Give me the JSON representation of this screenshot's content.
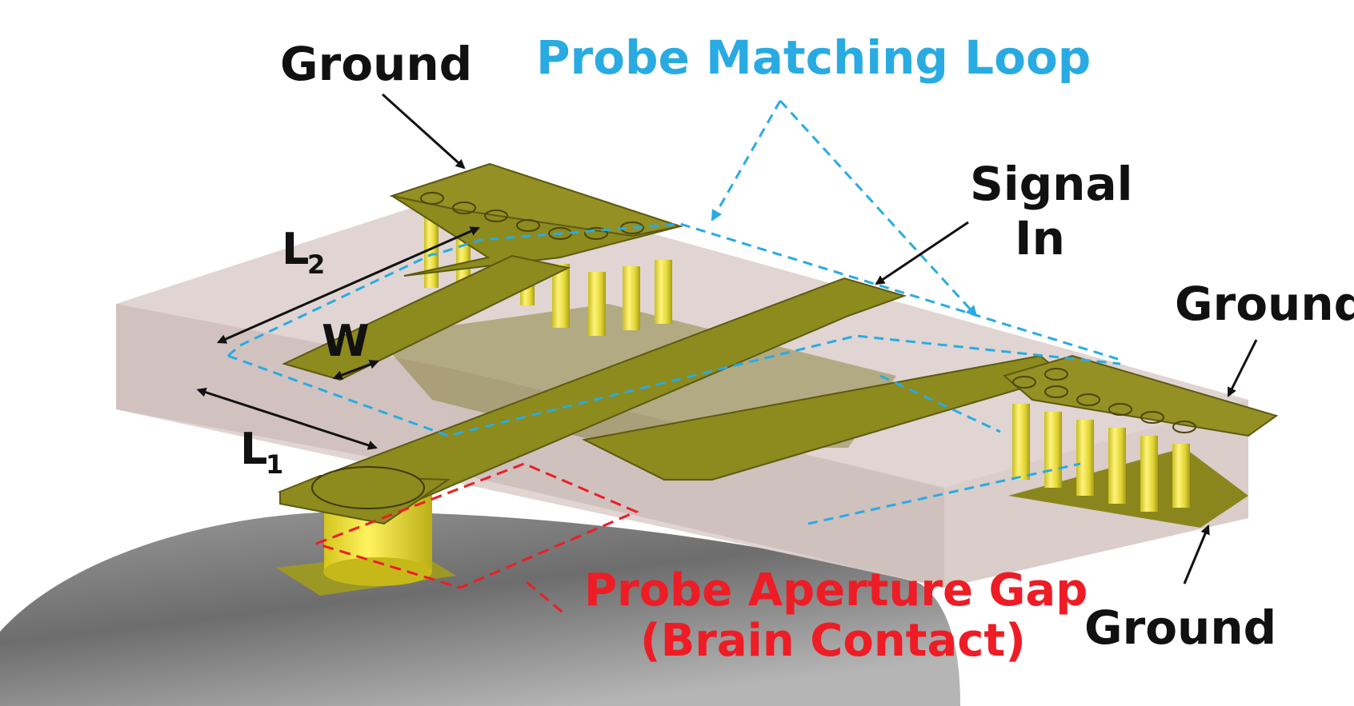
{
  "labels": {
    "ground_top": "Ground",
    "probe_matching_loop": "Probe Matching Loop",
    "signal_in_line1": "Signal",
    "signal_in_line2": "In",
    "ground_right": "Ground",
    "ground_bottom": "Ground",
    "probe_aperture_gap": "Probe Aperture Gap",
    "brain_contact": "(Brain Contact)",
    "dim_w": "W",
    "dim_l1_main": "L",
    "dim_l1_sub": "1",
    "dim_l2_main": "L",
    "dim_l2_sub": "2"
  },
  "colors": {
    "ground_label": "#111111",
    "matching_loop": "#29abe2",
    "aperture_gap": "#ee1c25",
    "copper": "#8d8a1e",
    "via": "#e8e04a",
    "substrate": "#d9c9c6",
    "brain": "#7c7c7c"
  }
}
